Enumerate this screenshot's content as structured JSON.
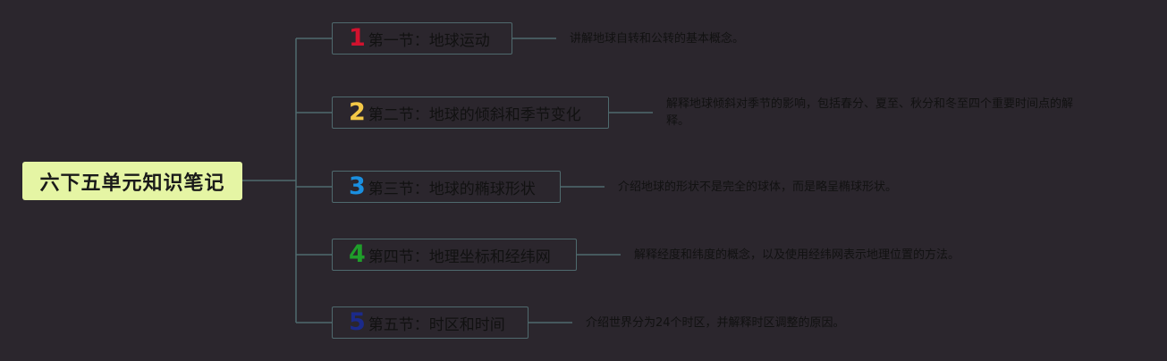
{
  "root": {
    "title": "六下五单元知识笔记"
  },
  "sections": [
    {
      "number": "1",
      "number_color": "#d2122e",
      "title": "第一节：地球运动",
      "note": "讲解地球自转和公转的基本概念。"
    },
    {
      "number": "2",
      "number_color": "#f3c847",
      "title": "第二节：地球的倾斜和季节变化",
      "note_line1": "解释地球倾斜对季节的影响，包括春分、夏至、秋分和冬至四个重要时间点的解",
      "note_line2": "释。"
    },
    {
      "number": "3",
      "number_color": "#1a8fe0",
      "title": "第三节：地球的椭球形状",
      "note": "介绍地球的形状不是完全的球体，而是略呈椭球形状。"
    },
    {
      "number": "4",
      "number_color": "#1f9e2a",
      "title": "第四节：地理坐标和经纬网",
      "note": "解释经度和纬度的概念，以及使用经纬网表示地理位置的方法。"
    },
    {
      "number": "5",
      "number_color": "#1b2a8a",
      "title": "第五节：时区和时间",
      "note": "介绍世界分为24个时区，并解释时区调整的原因。"
    }
  ],
  "colors": {
    "background": "#2b262d",
    "connector": "#4f6a6e",
    "root_fill": "#e5f5a4"
  }
}
